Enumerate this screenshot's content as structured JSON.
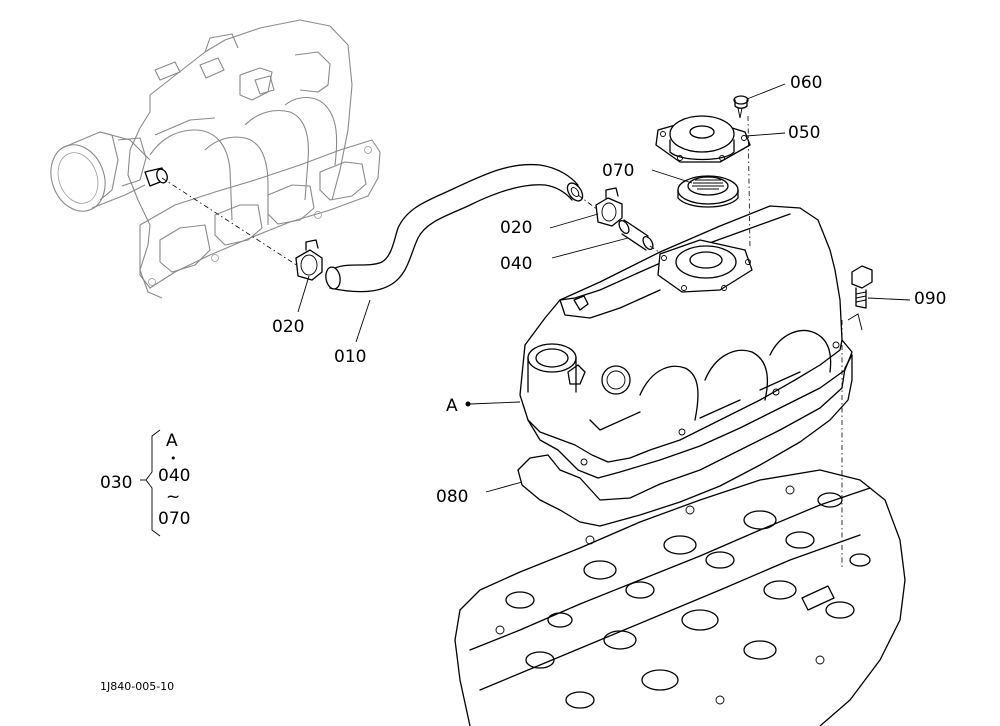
{
  "labels": {
    "p010": "010",
    "p020_left": "020",
    "p020_right": "020",
    "p030": "030",
    "p040": "040",
    "p050": "050",
    "p060": "060",
    "p070": "070",
    "p080": "080",
    "p090": "090",
    "ref_a": "A"
  },
  "set_group": {
    "top": "A",
    "dot": "•",
    "middle": "040",
    "tilde": "~",
    "bottom": "070"
  },
  "drawing_code": "1J840-005-10"
}
